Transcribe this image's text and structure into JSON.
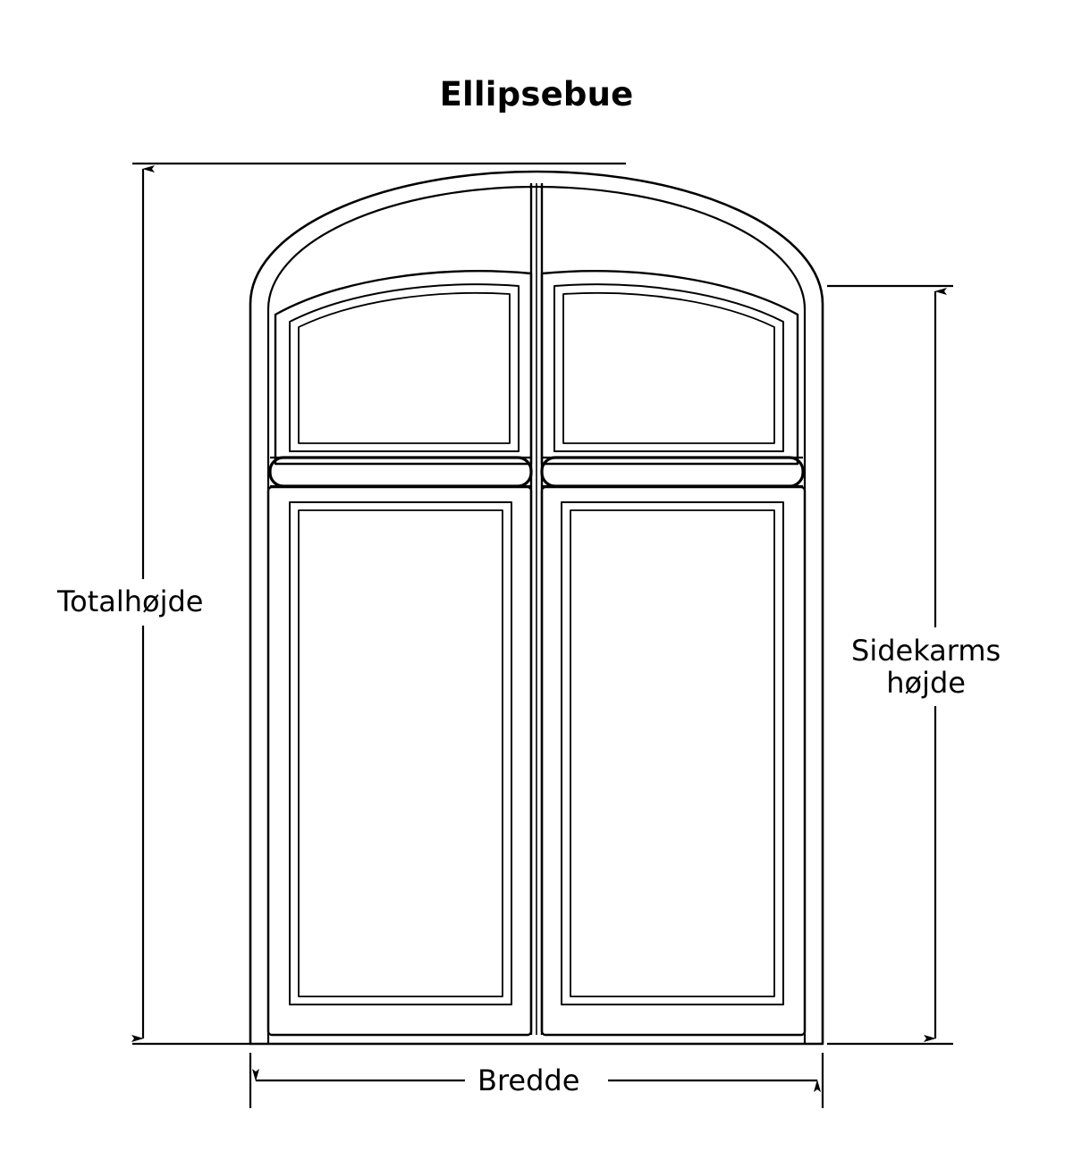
{
  "drawing": {
    "title": "Ellipsebue",
    "type": "window-elevation-technical-drawing",
    "background_color": "#ffffff",
    "line_color": "#000000"
  },
  "dimensions": {
    "total_height": {
      "label": "Totalhøjde",
      "position": "left",
      "orientation": "vertical",
      "arrows": "both"
    },
    "side_frame_height": {
      "label_line1": "Sidekarms",
      "label_line2": "højde",
      "label": "Sidekarms højde",
      "position": "right",
      "orientation": "vertical",
      "arrows": "both"
    },
    "width": {
      "label": "Bredde",
      "position": "bottom",
      "orientation": "horizontal",
      "arrows": "both"
    }
  },
  "window": {
    "arch_type": "Ellipsebue",
    "panes": 4,
    "columns": 2,
    "rows": 2,
    "has_center_mullion": true,
    "has_transom_rail": true,
    "top_sashes": "arched",
    "bottom_sashes": "rectangular"
  }
}
